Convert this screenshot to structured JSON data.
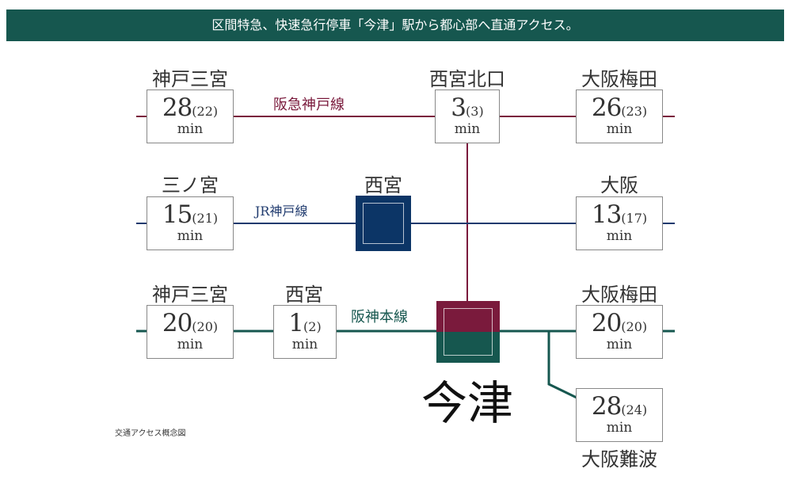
{
  "header": {
    "title": "区間特急、快速急行停車「今津」駅から都心部へ直通アクセス。"
  },
  "colors": {
    "hankyu": "#7a1a3c",
    "jr": "#1f3a6e",
    "hanshin": "#16574f",
    "nishinomiya_jr": "#0c3566"
  },
  "lines": {
    "hankyu": "阪急神戸線",
    "jr": "JR神戸線",
    "hanshin": "阪神本線"
  },
  "unit": "min",
  "stations": {
    "hankyu_sannomiya": {
      "name": "神戸三宮",
      "time": "28",
      "alt": "(22)"
    },
    "nishinomiya_kitaguchi": {
      "name": "西宮北口",
      "time": "3",
      "alt": "(3)"
    },
    "hankyu_umeda": {
      "name": "大阪梅田",
      "time": "26",
      "alt": "(23)"
    },
    "jr_sannomiya": {
      "name": "三ノ宮",
      "time": "15",
      "alt": "(21)"
    },
    "jr_nishinomiya": {
      "name": "西宮"
    },
    "jr_osaka": {
      "name": "大阪",
      "time": "13",
      "alt": "(17)"
    },
    "hanshin_sannomiya": {
      "name": "神戸三宮",
      "time": "20",
      "alt": "(20)"
    },
    "hanshin_nishinomiya": {
      "name": "西宮",
      "time": "1",
      "alt": "(2)"
    },
    "hanshin_umeda": {
      "name": "大阪梅田",
      "time": "20",
      "alt": "(20)"
    },
    "namba": {
      "name": "大阪難波",
      "time": "28",
      "alt": "(24)"
    },
    "imazu": {
      "name": "今津"
    }
  },
  "note": "交通アクセス概念図"
}
